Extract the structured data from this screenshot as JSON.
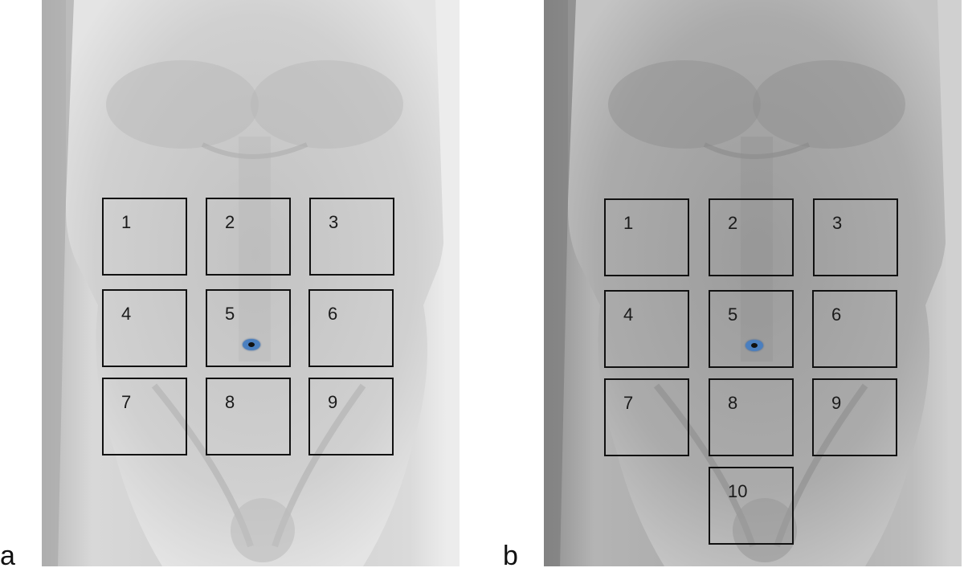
{
  "figure": {
    "panels": [
      {
        "letter": "a",
        "regions": [
          "1",
          "2",
          "3",
          "4",
          "5",
          "6",
          "7",
          "8",
          "9"
        ],
        "umbilicus_region": "5"
      },
      {
        "letter": "b",
        "regions": [
          "1",
          "2",
          "3",
          "4",
          "5",
          "6",
          "7",
          "8",
          "9",
          "10"
        ],
        "umbilicus_region": "5"
      }
    ]
  },
  "colors": {
    "grid_lines": "#111111",
    "umbilicus_marker": "#4a7fc0",
    "background": "#ffffff"
  }
}
